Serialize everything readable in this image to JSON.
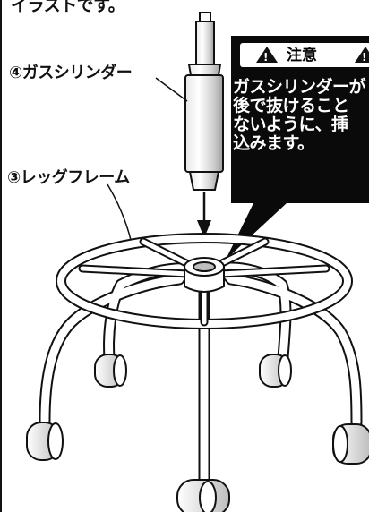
{
  "caption_top": "イラストです。",
  "labels": {
    "gas_cylinder": "④ガスシリンダー",
    "leg_frame": "③レッグフレーム"
  },
  "warning": {
    "icon_left": "!",
    "title": "注意",
    "icon_right": "!",
    "lines": [
      "ガスシリンダーが",
      "後で抜けること",
      "ないように、挿",
      "込みます。"
    ]
  },
  "colors": {
    "line": "#111111",
    "callout_bg": "#0a0a0a",
    "callout_text": "#ffffff",
    "cylinder_shade": "#d9d9d9"
  },
  "icons": [
    "warning-triangle-icon",
    "down-arrow-icon"
  ]
}
